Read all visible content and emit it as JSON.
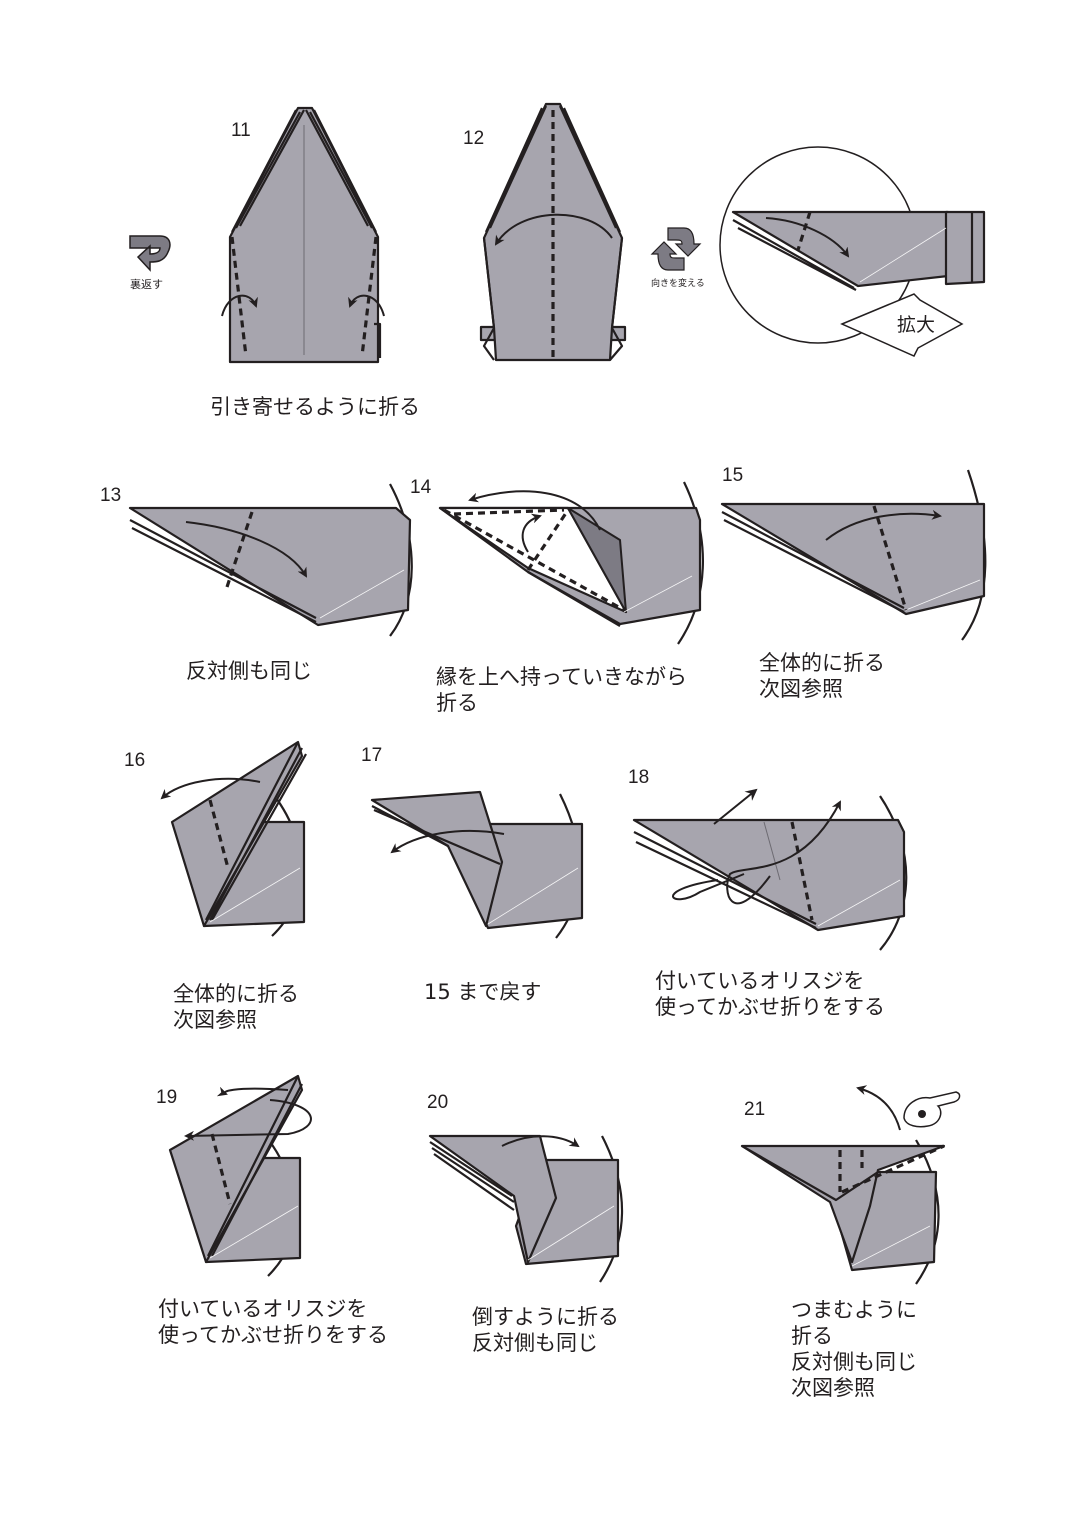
{
  "icons": {
    "turn_over": "turn-over-icon",
    "rotate": "rotate-icon",
    "enlarge": "enlarge-arrow-icon",
    "pinch": "pinch-hand-icon"
  },
  "symbols": {
    "turn_over_label": "裏返す",
    "rotate_label": "向きを変える",
    "enlarge_label": "拡大"
  },
  "steps": [
    {
      "number": "11",
      "lines": []
    },
    {
      "number": "12",
      "lines": []
    },
    {
      "number": "13",
      "lines": [
        "反対側も同じ"
      ]
    },
    {
      "number": "14",
      "lines": [
        "縁を上へ持っていきながら",
        "折る"
      ]
    },
    {
      "number": "15",
      "lines": [
        "全体的に折る",
        "次図参照"
      ]
    },
    {
      "number": "16",
      "lines": [
        "全体的に折る",
        "次図参照"
      ]
    },
    {
      "number": "17",
      "lines": [
        "15 まで戻す"
      ]
    },
    {
      "number": "18",
      "lines": [
        "付いているオリスジを",
        "使ってかぶせ折りをする"
      ]
    },
    {
      "number": "19",
      "lines": [
        "付いているオリスジを",
        "使ってかぶせ折りをする"
      ]
    },
    {
      "number": "20",
      "lines": [
        "倒すように折る",
        "反対側も同じ"
      ]
    },
    {
      "number": "21",
      "lines": [
        "つまむように",
        "折る",
        "反対側も同じ",
        "次図参照"
      ]
    }
  ],
  "captions": {
    "row1": "引き寄せるように折る"
  },
  "colors": {
    "paper": "#a7a5ae",
    "ink": "#231f20"
  }
}
